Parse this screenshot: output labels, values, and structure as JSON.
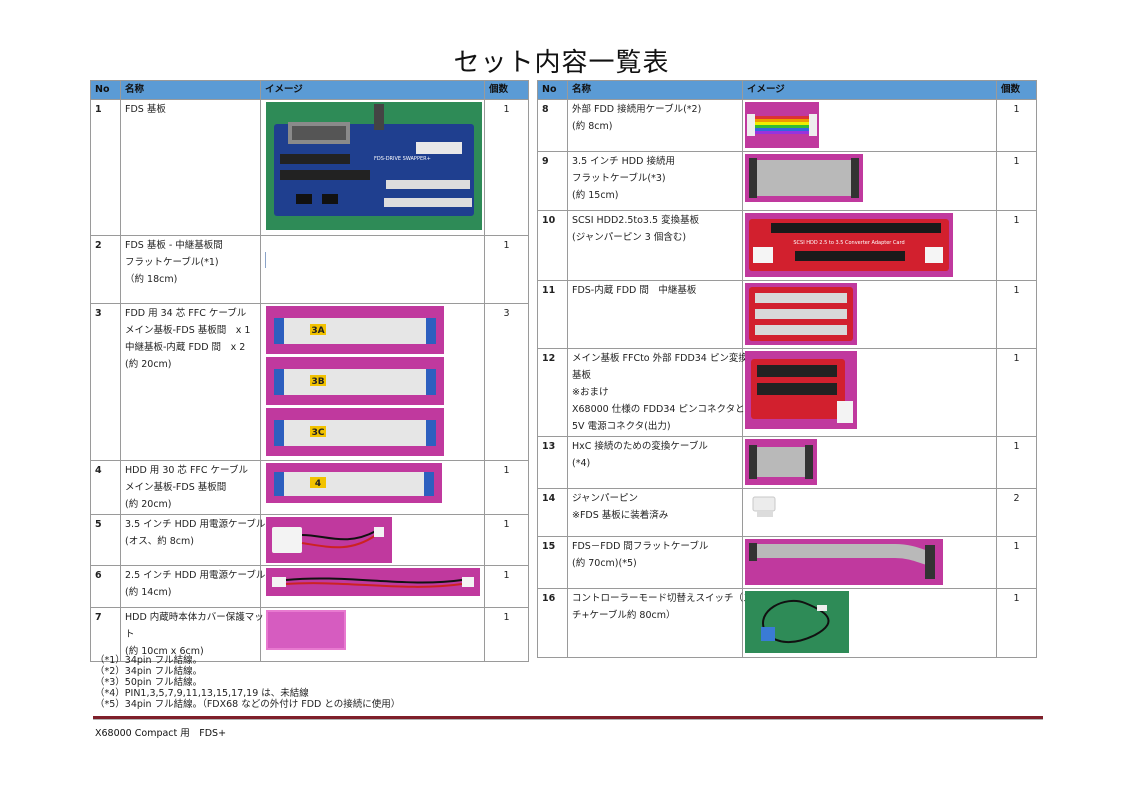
{
  "title": "セット内容一覧表",
  "headers": {
    "no": "No",
    "name": "名称",
    "image": "イメージ",
    "qty": "個数"
  },
  "left_rows": [
    {
      "no": "1",
      "lines": [
        "FDS 基板"
      ],
      "qty": "1",
      "image": "main-board-photo"
    },
    {
      "no": "2",
      "lines": [
        "FDS 基板 - 中継基板間",
        "フラットケーブル(*1)",
        "（約 18cm)"
      ],
      "qty": "1",
      "image": ""
    },
    {
      "no": "3",
      "lines": [
        "FDD 用 34 芯 FFC ケーブル",
        "メイン基板-FDS 基板間　x 1",
        "中継基板-内蔵 FDD 間　x 2",
        "(約 20cm)"
      ],
      "qty": "3",
      "image": "ffc-cable-photos",
      "tags": [
        "3A",
        "3B",
        "3C"
      ]
    },
    {
      "no": "4",
      "lines": [
        "HDD 用 30 芯 FFC ケーブル",
        "メイン基板-FDS 基板間",
        "(約 20cm)"
      ],
      "qty": "1",
      "image": "ffc-cable-photo",
      "tags": [
        "4"
      ]
    },
    {
      "no": "5",
      "lines": [
        "3.5 インチ HDD 用電源ケーブル",
        "(オス、約 8cm)"
      ],
      "qty": "1",
      "image": "power-cable-35-photo"
    },
    {
      "no": "6",
      "lines": [
        "2.5 インチ HDD 用電源ケーブル",
        "(約 14cm)"
      ],
      "qty": "1",
      "image": "power-cable-25-photo"
    },
    {
      "no": "7",
      "lines": [
        "HDD 内蔵時本体カバー保護マッ",
        "ト",
        "(約 10cm x 6cm)"
      ],
      "qty": "1",
      "image": "protection-mat-photo"
    }
  ],
  "right_rows": [
    {
      "no": "8",
      "lines": [
        "外部 FDD 接続用ケーブル(*2)",
        "(約 8cm)"
      ],
      "qty": "1",
      "image": "rainbow-cable-photo"
    },
    {
      "no": "9",
      "lines": [
        "3.5 インチ HDD 接続用",
        "フラットケーブル(*3)",
        "(約 15cm)"
      ],
      "qty": "1",
      "image": "flat-cable-photo"
    },
    {
      "no": "10",
      "lines": [
        "SCSI HDD2.5to3.5 変換基板",
        "(ジャンパーピン 3 個含む)"
      ],
      "qty": "1",
      "image": "scsi-board-photo"
    },
    {
      "no": "11",
      "lines": [
        "FDS-内蔵 FDD 間　中継基板"
      ],
      "qty": "1",
      "image": "relay-board-photo"
    },
    {
      "no": "12",
      "lines": [
        "メイン基板 FFCto 外部 FDD34 ピン変換",
        "基板",
        "※おまけ",
        "X68000 仕様の FDD34 ピンコネクタと",
        "5V 電源コネクタ(出力)"
      ],
      "qty": "1",
      "image": "convert-board-photo"
    },
    {
      "no": "13",
      "lines": [
        "HxC 接続のための変換ケーブル",
        "(*4)"
      ],
      "qty": "1",
      "image": "hxc-cable-photo"
    },
    {
      "no": "14",
      "lines": [
        "ジャンパーピン",
        "※FDS 基板に装着済み"
      ],
      "qty": "2",
      "image": "jumper-pin-photo"
    },
    {
      "no": "15",
      "lines": [
        "FDS－FDD 間フラットケーブル",
        "(約 70cm)(*5)"
      ],
      "qty": "1",
      "image": "long-flat-cable-photo"
    },
    {
      "no": "16",
      "lines": [
        "コントローラーモード切替えスイッチ（スイッ",
        "チ+ケーブル約 80cm）"
      ],
      "qty": "1",
      "image": "mode-switch-photo"
    }
  ],
  "board_labels": {
    "main": "FDS-DRIVE SWAPPER+",
    "scsi": "SCSI HDD 2.5 to 3.5 Converter Adapter Card"
  },
  "notes": [
    "（*1）34pin フル結線。",
    "（*2）34pin フル結線。",
    "（*3）50pin フル結線。",
    "（*4）PIN1,3,5,7,9,11,13,15,17,19 は、未結線",
    "（*5）34pin フル結線。（FDX68 などの外付け FDD との接続に使用）"
  ],
  "footer": "X68000 Compact 用　FDS+",
  "colors": {
    "header": "#5b9bd5",
    "rule": "#7f1f2a",
    "photo_bg": "#c0399e"
  }
}
